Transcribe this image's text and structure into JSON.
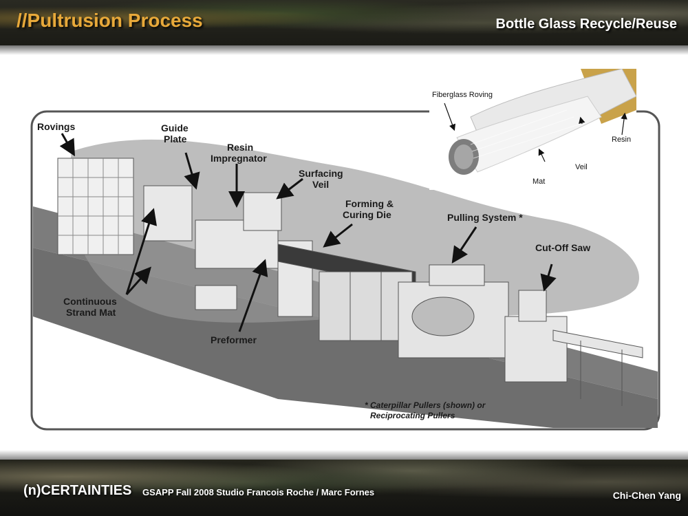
{
  "header": {
    "title": "//Pultrusion Process",
    "subject": "Bottle Glass Recycle/Reuse"
  },
  "diagram": {
    "labels": {
      "rovings": "Rovings",
      "guide_plate_1": "Guide",
      "guide_plate_2": "Plate",
      "resin_impregnator_1": "Resin",
      "resin_impregnator_2": "Impregnator",
      "surfacing_veil_1": "Surfacing",
      "surfacing_veil_2": "Veil",
      "forming_die_1": "Forming &",
      "forming_die_2": "Curing Die",
      "pulling_system": "Pulling System *",
      "cutoff_saw": "Cut-Off Saw",
      "strand_mat_1": "Continuous",
      "strand_mat_2": "Strand Mat",
      "preformer": "Preformer"
    },
    "footnote_1": "* Caterpillar Pullers (shown) or",
    "footnote_2": "Reciprocating Pullers"
  },
  "inset": {
    "fiberglass_roving": "Fiberglass Roving",
    "resin": "Resin",
    "veil": "Veil",
    "mat": "Mat"
  },
  "footer": {
    "brand": "(n)CERTAINTIES",
    "course": "GSAPP Fall 2008 Studio Francois Roche / Marc Fornes",
    "author": "Chi-Chen Yang"
  },
  "colors": {
    "title_accent": "#e8a93a",
    "diagram_frame": "#555555",
    "floor": "#6e6e6e",
    "shadow": "#8a8a8a"
  }
}
